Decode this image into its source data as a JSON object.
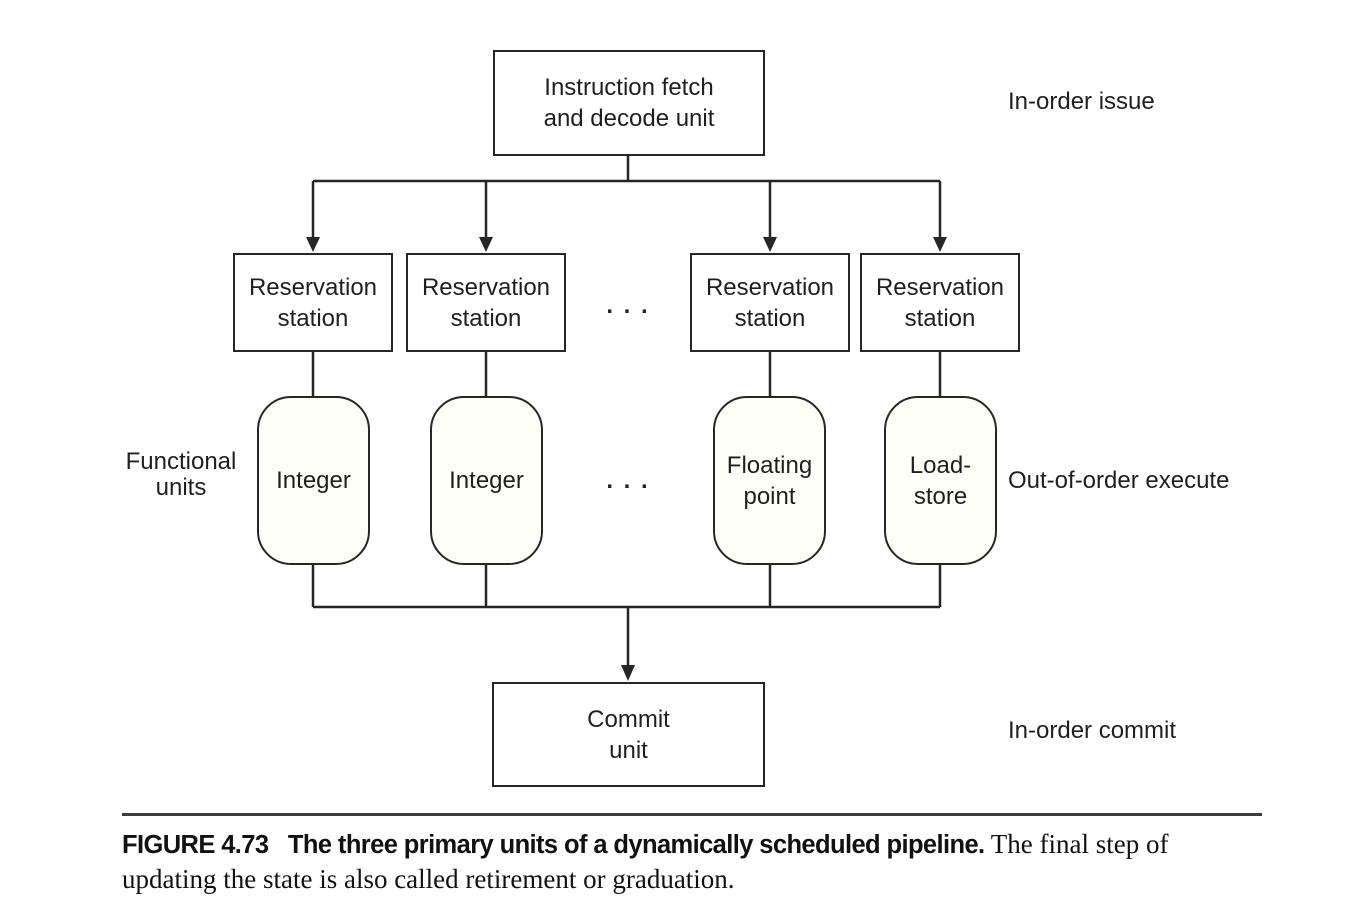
{
  "diagram": {
    "fetch_unit_label": "Instruction fetch\nand decode unit",
    "reservation_stations": [
      {
        "label": "Reservation\nstation"
      },
      {
        "label": "Reservation\nstation"
      },
      {
        "label": "Reservation\nstation"
      },
      {
        "label": "Reservation\nstation"
      }
    ],
    "functional_units": [
      {
        "label": "Integer"
      },
      {
        "label": "Integer"
      },
      {
        "label": "Floating\npoint"
      },
      {
        "label": "Load-\nstore"
      }
    ],
    "commit_unit_label": "Commit\nunit",
    "functional_units_group_label": "Functional\nunits",
    "stage_labels": {
      "issue": "In-order issue",
      "execute": "Out-of-order execute",
      "commit": "In-order commit"
    },
    "ellipsis": ". . .",
    "colors": {
      "line": "#262626",
      "text": "#1f1f1f",
      "functional_unit_fill": "#fffffa",
      "background": "#ffffff"
    }
  },
  "caption": {
    "bold_text": "FIGURE 4.73   The three primary units of a dynamically scheduled pipeline.",
    "serif_line1": " The final step of",
    "serif_line2": "updating the state is also called retirement or graduation."
  }
}
